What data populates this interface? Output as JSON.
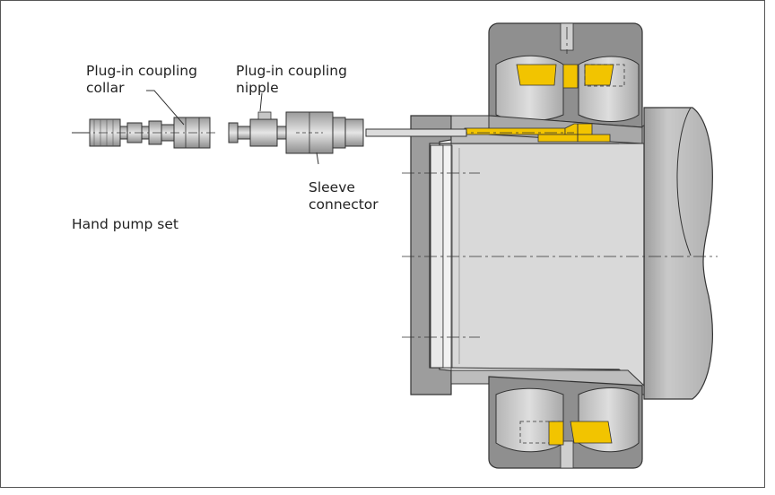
{
  "labels": {
    "collar_line1": "Plug-in coupling",
    "collar_line2": "collar",
    "nipple_line1": "Plug-in coupling",
    "nipple_line2": "nipple",
    "sleeve_line1": "Sleeve",
    "sleeve_line2": "connector",
    "hand_pump": "Hand pump set"
  },
  "colors": {
    "frame": "#555555",
    "steel_dark": "#8c8c8c",
    "steel_mid": "#a6a6a6",
    "steel_light": "#c8c8c8",
    "sleeve": "#dcdcdc",
    "shaft": "#bfbfbf",
    "oil": "#f2c400",
    "line": "#333333"
  }
}
